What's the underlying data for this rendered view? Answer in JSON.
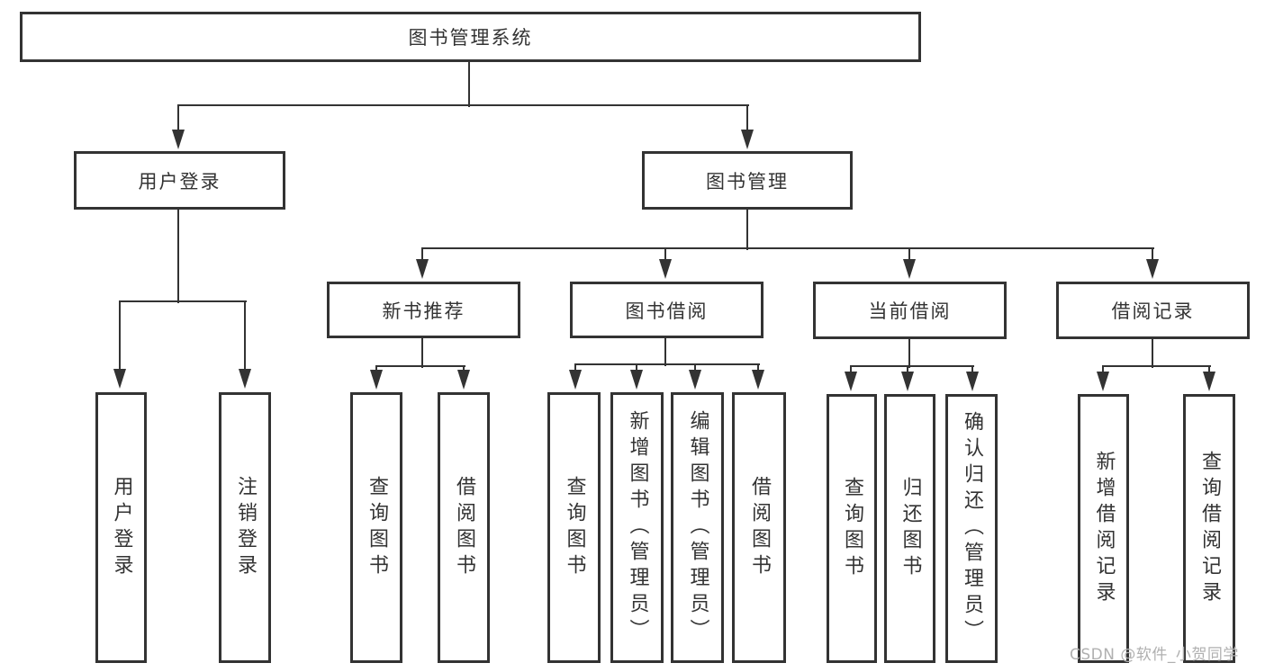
{
  "colors": {
    "line": "#333333",
    "text": "#333333",
    "background": "#ffffff",
    "watermark": "#b0b0b0"
  },
  "tree": {
    "label": "图书管理系统",
    "children": [
      {
        "label": "用户登录",
        "children": [
          {
            "label": "用户登录"
          },
          {
            "label": "注销登录"
          }
        ]
      },
      {
        "label": "图书管理",
        "children": [
          {
            "label": "新书推荐",
            "children": [
              {
                "label": "查询图书"
              },
              {
                "label": "借阅图书"
              }
            ]
          },
          {
            "label": "图书借阅",
            "children": [
              {
                "label": "查询图书"
              },
              {
                "label": "新增图书（管理员）"
              },
              {
                "label": "编辑图书（管理员）"
              },
              {
                "label": "借阅图书"
              }
            ]
          },
          {
            "label": "当前借阅",
            "children": [
              {
                "label": "查询图书"
              },
              {
                "label": "归还图书"
              },
              {
                "label": "确认归还（管理员）"
              }
            ]
          },
          {
            "label": "借阅记录",
            "children": [
              {
                "label": "新增借阅记录"
              },
              {
                "label": "查询借阅记录"
              }
            ]
          }
        ]
      }
    ]
  },
  "watermark": {
    "text": "CSDN @软件_小贺同学"
  }
}
